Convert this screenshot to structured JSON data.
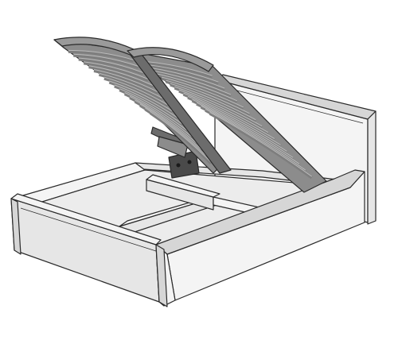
{
  "illustration": {
    "subject": "storage-bed",
    "mechanism": "gas-lift",
    "lid_state": "open",
    "slat_count_per_frame": 17,
    "storage_compartments": 3
  },
  "palette": {
    "background": "#ffffff",
    "outline": "#2a2a2a",
    "panel_light": "#f4f4f4",
    "panel_mid": "#e6e6e6",
    "panel_shade": "#d6d6d6",
    "box_floor": "#ececec",
    "frame_metal": "#8c8c8c",
    "frame_metal_dark": "#6c6c6c",
    "slat": "#7e7e7e",
    "slat_highlight": "#bdbdbd",
    "bracket": "#4a4a4a"
  }
}
